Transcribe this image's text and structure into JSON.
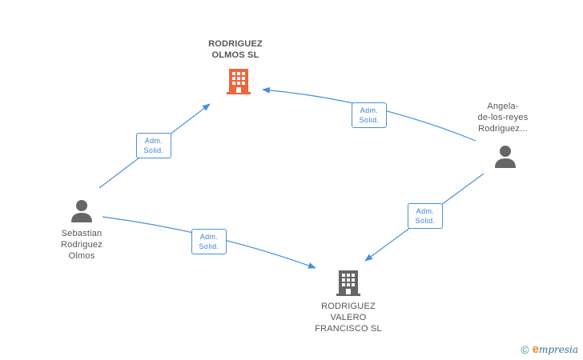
{
  "nodes": {
    "company_main": {
      "label": "RODRIGUEZ\nOLMOS SL",
      "color": "#f0653a",
      "icon": "building-icon"
    },
    "company_second": {
      "label": "RODRIGUEZ\nVALERO\nFRANCISCO SL",
      "color": "#666666",
      "icon": "building-icon"
    },
    "person_sebastian": {
      "label": "Sebastian\nRodriguez\nOlmos",
      "color": "#666666",
      "icon": "person-icon"
    },
    "person_angela": {
      "label": "Angela-\nde-los-reyes\nRodriguez...",
      "color": "#666666",
      "icon": "person-icon"
    }
  },
  "edges": [
    {
      "id": "sebastian-to-main",
      "line1": "Adm.",
      "line2": "Solid."
    },
    {
      "id": "angela-to-main",
      "line1": "Adm.",
      "line2": "Solid."
    },
    {
      "id": "sebastian-to-second",
      "line1": "Adm.",
      "line2": "Solid."
    },
    {
      "id": "angela-to-second",
      "line1": "Adm.",
      "line2": "Solid."
    }
  ],
  "edge_color": "#4a8fd8",
  "footer": {
    "copyright": "©",
    "brand_initial": "e",
    "brand_rest": "mpresia"
  }
}
